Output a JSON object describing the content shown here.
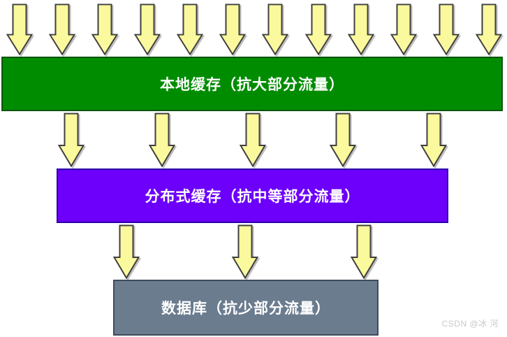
{
  "diagram": {
    "title_semantic": "cache-traffic-tiering-diagram",
    "background_color": "#ffffff",
    "layers": [
      {
        "id": "local-cache",
        "label": "本地缓存（抗大部分流量）",
        "fill": "#008c00",
        "border": "#0e5410",
        "text_color": "#ffffff"
      },
      {
        "id": "distributed-cache",
        "label": "分布式缓存（抗中等部分流量）",
        "fill": "#6c00fa",
        "border": "#2b00a8",
        "text_color": "#ffffff"
      },
      {
        "id": "database",
        "label": "数据库（抗少部分流量）",
        "fill": "#6b7c8f",
        "border": "#3f4b59",
        "text_color": "#ffffff"
      }
    ],
    "arrow_rows": [
      {
        "name": "incoming-traffic-arrows",
        "count": 12
      },
      {
        "name": "overflow-to-distributed-cache-arrows",
        "count": 5
      },
      {
        "name": "overflow-to-database-arrows",
        "count": 3
      }
    ],
    "arrow_style": {
      "fill": "#fbf99d",
      "stroke": "#3f3f3f"
    },
    "watermark": "CSDN @冰 河"
  }
}
